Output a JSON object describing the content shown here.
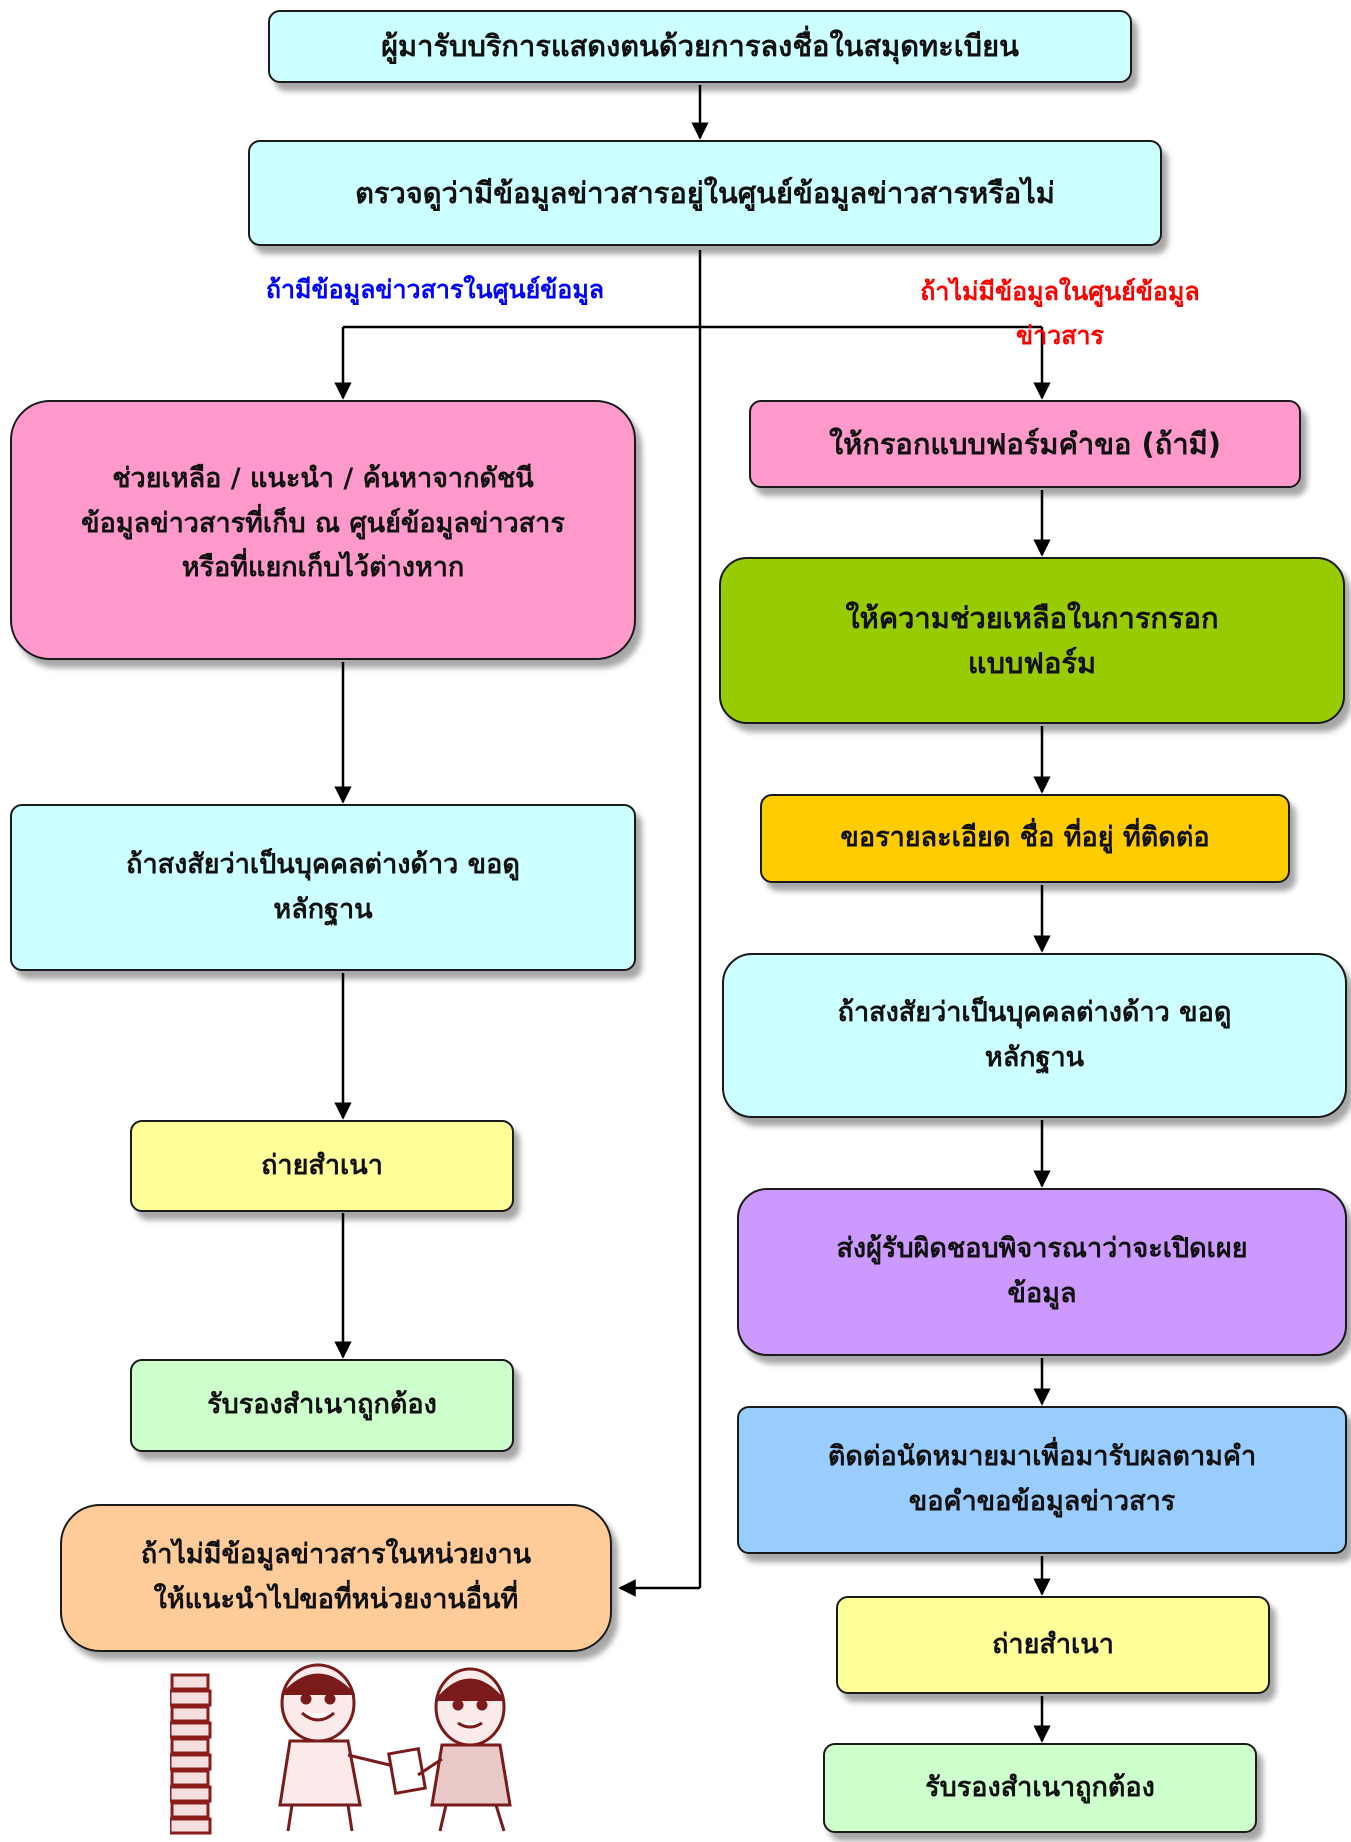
{
  "flow": {
    "start": "ผู้มารับบริการแสดงตนด้วยการลงชื่อในสมุดทะเบียน",
    "check": "ตรวจดูว่ามีข้อมูลข่าวสารอยู่ในศูนย์ข้อมูลข่าวสารหรือไม่",
    "branch_yes": {
      "label": "ถ้ามีข้อมูลข่าวสารในศูนย์ข้อมูล",
      "help": [
        "ช่วยเหลือ / แนะนำ / ค้นหาจากดัชนี",
        "ข้อมูลข่าวสารที่เก็บ ณ ศูนย์ข้อมูลข่าวสาร",
        "หรือที่แยกเก็บไว้ต่างหาก"
      ],
      "suspect": [
        "ถ้าสงสัยว่าเป็นบุคคลต่างด้าว  ขอดู",
        "หลักฐาน"
      ],
      "copy": "ถ่ายสำเนา",
      "certify": "รับรองสำเนาถูกต้อง",
      "refer": [
        "ถ้าไม่มีข้อมูลข่าวสารในหน่วยงาน",
        "ให้แนะนำไปขอที่หน่วยงานอื่นที่"
      ]
    },
    "branch_no": {
      "label_line1": "ถ้าไม่มีข้อมูลในศูนย์ข้อมูล",
      "label_line2": "ข่าวสาร",
      "form": "ให้กรอกแบบฟอร์มคำขอ (ถ้ามี)",
      "assist": [
        "ให้ความช่วยเหลือในการกรอก",
        "แบบฟอร์ม"
      ],
      "details": "ขอรายละเอียด ชื่อ ที่อยู่ ที่ติดต่อ",
      "suspect": [
        "ถ้าสงสัยว่าเป็นบุคคลต่างด้าว  ขอดู",
        "หลักฐาน"
      ],
      "consider": [
        "ส่งผู้รับผิดชอบพิจารณาว่าจะเปิดเผย",
        "ข้อมูล"
      ],
      "appointment": [
        "ติดต่อนัดหมายมาเพื่อมารับผลตามคำ",
        "ขอคำขอข้อมูลข่าวสาร"
      ],
      "copy": "ถ่ายสำเนา",
      "certify": "รับรองสำเนาถูกต้อง"
    }
  },
  "colors": {
    "cyan": "#ccffff",
    "pink": "#ff99cc",
    "yellow": "#ffff99",
    "mint": "#ccffcc",
    "peach": "#ffcc99",
    "lime": "#99cc00",
    "gold": "#ffcc00",
    "lavender": "#cc99ff",
    "sky": "#99ccff",
    "label_blue": "#0000ff",
    "label_red": "#ff0000"
  },
  "illustration": {
    "icon": "two-people-exchanging-document-icon"
  }
}
